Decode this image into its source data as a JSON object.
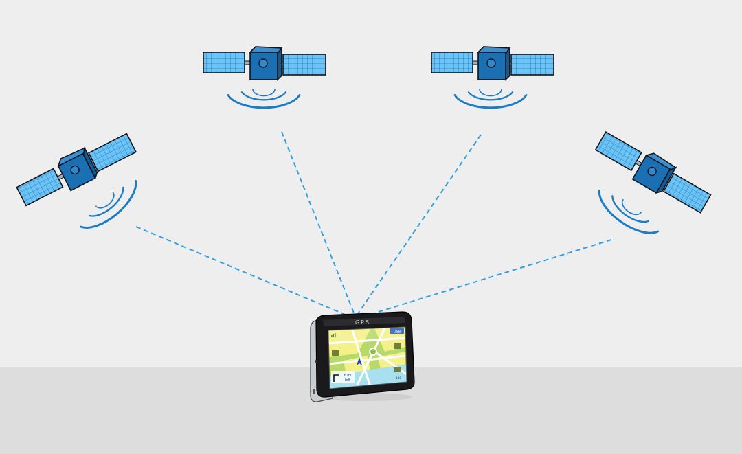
{
  "device": {
    "brand_label": "GPS",
    "screen_text": {
      "distance": "6 mi",
      "direction": "left",
      "battery_label": "USB",
      "zoom_label": "100"
    }
  },
  "satellites": [
    {
      "name": "satellite-left"
    },
    {
      "name": "satellite-top-left"
    },
    {
      "name": "satellite-top-right"
    },
    {
      "name": "satellite-right"
    }
  ],
  "colors": {
    "background": "#eeeeee",
    "floor": "#dddddd",
    "satellite_body": "#1b6fb3",
    "solar_panel": "#6cc3f5",
    "signal": "#1a7cc4",
    "link_line": "#2ea0e0",
    "map_yellow": "#f4f08a",
    "map_green": "#b7d96a",
    "map_water": "#a8e0f0"
  }
}
